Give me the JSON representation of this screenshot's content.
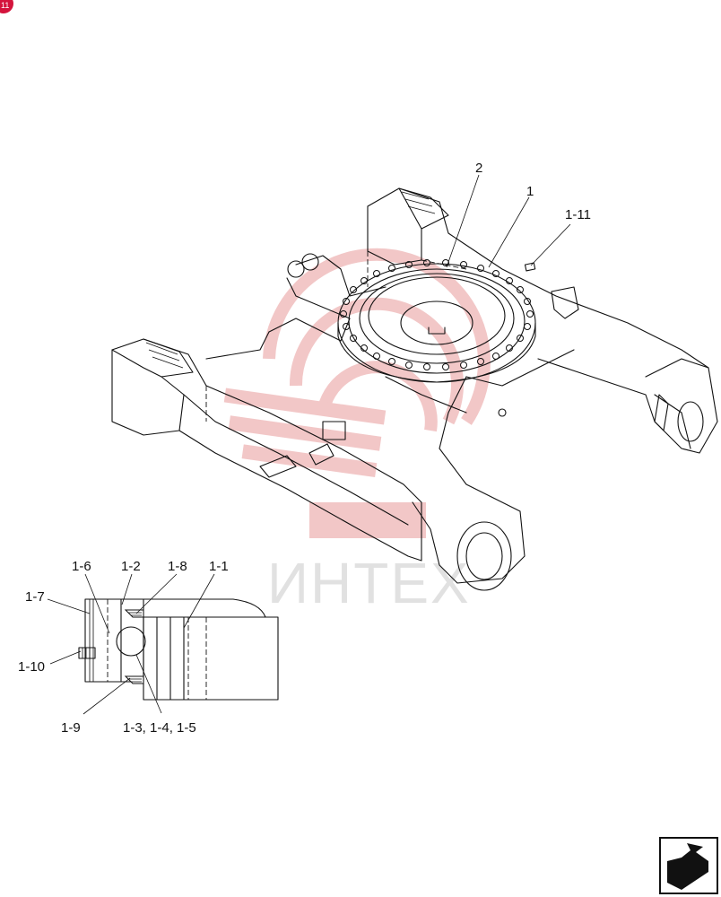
{
  "watermark": {
    "text": "ИНТЕХ",
    "color": "#e8b4b4"
  },
  "callouts": {
    "c2": "2",
    "c1": "1",
    "c1_11": "1-11",
    "c1_6": "1-6",
    "c1_2": "1-2",
    "c1_8": "1-8",
    "c1_1": "1-1",
    "c1_7": "1-7",
    "c1_10": "1-10",
    "c1_9": "1-9",
    "c1_3_4_5": "1-3, 1-4, 1-5"
  },
  "icons": {
    "corner_badge": "red-corner-badge-icon",
    "nav": "bent-arrow-navigation-icon"
  }
}
